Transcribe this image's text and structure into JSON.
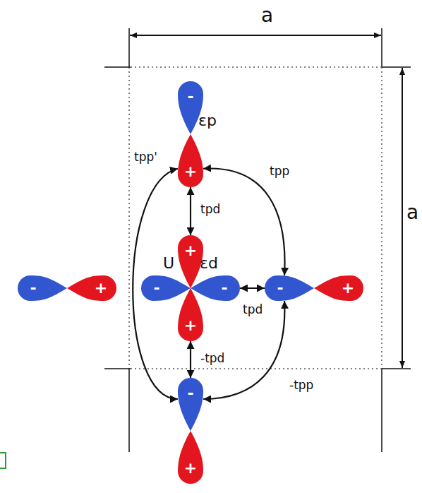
{
  "diagram": {
    "nodes": [
      {
        "text": [
          "-"
        ]
      },
      {
        "text": [
          "+"
        ]
      },
      {
        "text": [
          "+"
        ]
      },
      {
        "text": [
          "-"
        ]
      },
      {
        "text": [
          "+"
        ]
      },
      {
        "text": [
          "-"
        ]
      },
      {
        "text": [
          "-"
        ]
      },
      {
        "text": [
          "-"
        ]
      },
      {
        "text": [
          "+"
        ]
      },
      {
        "text": [
          "+"
        ]
      },
      {
        "text": [
          "-"
        ]
      },
      {
        "text": [
          "+"
        ]
      }
    ],
    "edges": [
      {
        "from": 1,
        "to": 2,
        "arrow": "both",
        "label": "tpd"
      },
      {
        "from": 1,
        "to": 7,
        "arrow": "both",
        "label": "tpp"
      },
      {
        "from": 1,
        "to": 10,
        "arrow": "both",
        "label": "tpp'"
      },
      {
        "from": 6,
        "to": 7,
        "arrow": "both",
        "label": "tpd"
      },
      {
        "from": 9,
        "to": 10,
        "arrow": "both",
        "label": "-tpd"
      },
      {
        "from": 7,
        "to": 10,
        "arrow": "both",
        "label": "-tpp"
      }
    ],
    "labels": [
      "a",
      "a",
      "εp",
      "U",
      "εd"
    ]
  }
}
